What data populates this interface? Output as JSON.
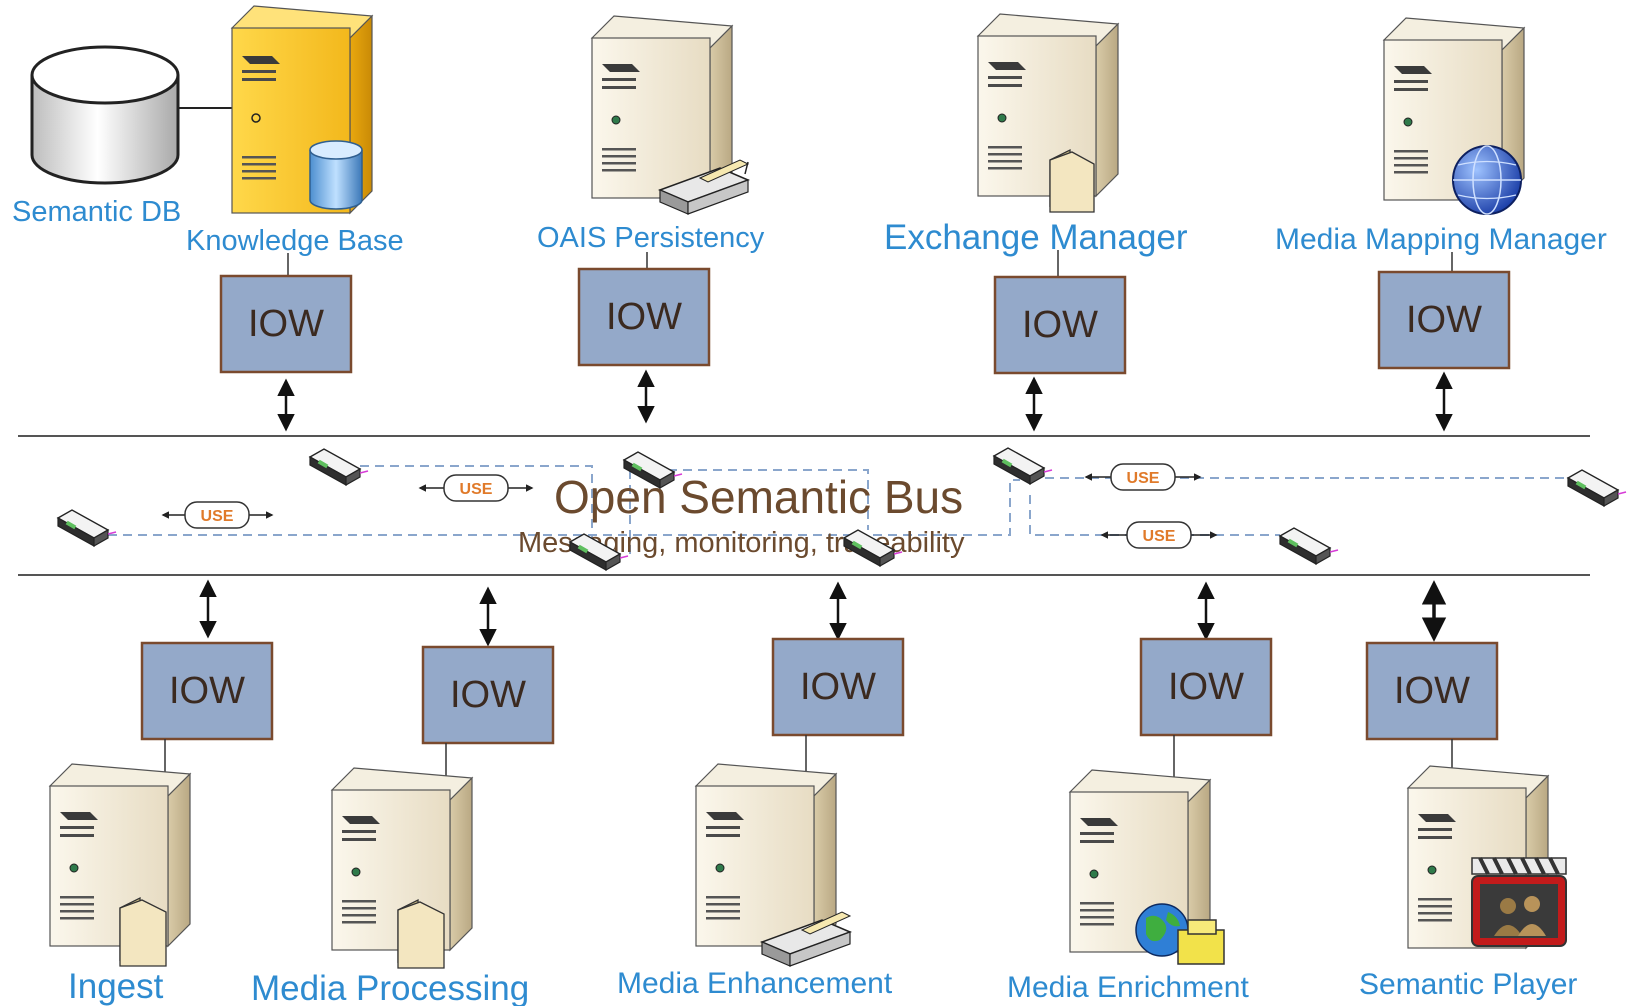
{
  "bus": {
    "title": "Open Semantic Bus",
    "subtitle": "Messaging, monitoring, traceability"
  },
  "iow_label": "IOW",
  "use_label": "USE",
  "top_components": [
    {
      "label": "Knowledge Base",
      "server_style": "yellow",
      "badge": "database-icon",
      "attached_label": "Semantic DB"
    },
    {
      "label": "OAIS Persistency",
      "server_style": "beige",
      "badge": "tray-icon"
    },
    {
      "label": "Exchange Manager",
      "server_style": "beige",
      "badge": "folder-icon"
    },
    {
      "label": "Media Mapping Manager",
      "server_style": "beige",
      "badge": "globe-icon"
    }
  ],
  "bottom_components": [
    {
      "label": "Ingest",
      "server_style": "beige",
      "badge": "folder-icon"
    },
    {
      "label": "Media Processing",
      "server_style": "beige",
      "badge": "folder-icon"
    },
    {
      "label": "Media Enhancement",
      "server_style": "beige",
      "badge": "tray-icon"
    },
    {
      "label": "Media Enrichment",
      "server_style": "beige",
      "badge": "globe-folder-icon"
    },
    {
      "label": "Semantic Player",
      "server_style": "beige",
      "badge": "clapperboard-icon"
    }
  ],
  "colors": {
    "label_blue": "#2e8bd0",
    "iow_fill": "#94a9c9",
    "iow_border": "#7a4a2e",
    "bus_text": "#6b4a2e",
    "use_text": "#e07a2a",
    "dashed_link": "#8aa6cc"
  }
}
